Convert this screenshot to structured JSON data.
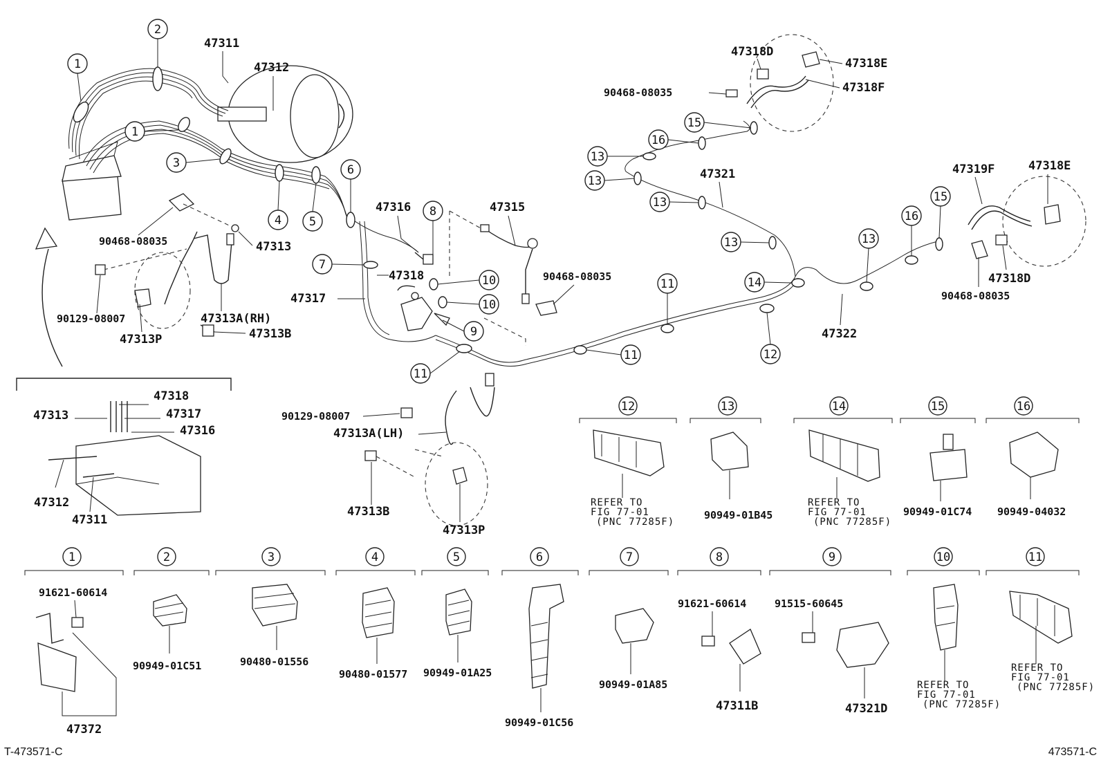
{
  "diagram": {
    "main_labels": {
      "p47311": "47311",
      "p47312": "47312",
      "p47313": "47313",
      "p47313a_rh": "47313A(RH)",
      "p47313p": "47313P",
      "p47313b": "47313B",
      "p90129_a": "90129-08007",
      "p90468_a": "90468-08035",
      "p47316": "47316",
      "p47315": "47315",
      "p47318": "47318",
      "p47317": "47317",
      "p90468_b": "90468-08035",
      "p90129_b": "90129-08007",
      "p47313a_lh": "47313A(LH)",
      "p47313b_2": "47313B",
      "p47313p_2": "47313P",
      "p47318d": "47318D",
      "p47318e": "47318E",
      "p47318f": "47318F",
      "p90468_c": "90468-08035",
      "p47321": "47321",
      "p47322": "47322",
      "p47319f": "47319F",
      "p47318e_2": "47318E",
      "p47318d_2": "47318D",
      "p90468_d": "90468-08035"
    },
    "inset_labels": {
      "p47318": "47318",
      "p47313": "47313",
      "p47317": "47317",
      "p47316": "47316",
      "p47312": "47312",
      "p47311": "47311"
    },
    "callouts_main": [
      "1",
      "2",
      "1",
      "3",
      "4",
      "5",
      "6",
      "7",
      "8",
      "10",
      "10",
      "9",
      "11",
      "11",
      "11",
      "12",
      "13",
      "13",
      "13",
      "13",
      "14",
      "15",
      "16",
      "13",
      "16",
      "15"
    ],
    "clamps_row1": [
      {
        "num": "12",
        "ref": [
          "REFER TO",
          "FIG 77-01",
          "(PNC 77285F)"
        ]
      },
      {
        "num": "13",
        "part": "90949-01B45"
      },
      {
        "num": "14",
        "ref": [
          "REFER TO",
          "FIG 77-01",
          "(PNC 77285F)"
        ]
      },
      {
        "num": "15",
        "part": "90949-01C74"
      },
      {
        "num": "16",
        "part": "90949-04032"
      }
    ],
    "clamps_row2": [
      {
        "num": "1",
        "bolt": "91621-60614",
        "part": "47372"
      },
      {
        "num": "2",
        "part": "90949-01C51"
      },
      {
        "num": "3",
        "part": "90480-01556"
      },
      {
        "num": "4",
        "part": "90480-01577"
      },
      {
        "num": "5",
        "part": "90949-01A25"
      },
      {
        "num": "6",
        "part": "90949-01C56"
      },
      {
        "num": "7",
        "part": "90949-01A85"
      },
      {
        "num": "8",
        "bolt": "91621-60614",
        "part": "47311B"
      },
      {
        "num": "9",
        "bolt": "91515-60645",
        "part": "47321D"
      },
      {
        "num": "10",
        "ref": [
          "REFER TO",
          "FIG 77-01",
          "(PNC 77285F)"
        ]
      },
      {
        "num": "11",
        "ref": [
          "REFER TO",
          "FIG 77-01",
          "(PNC 77285F)"
        ]
      }
    ],
    "footer": {
      "left": "T-473571-C",
      "right": "473571-C"
    }
  }
}
